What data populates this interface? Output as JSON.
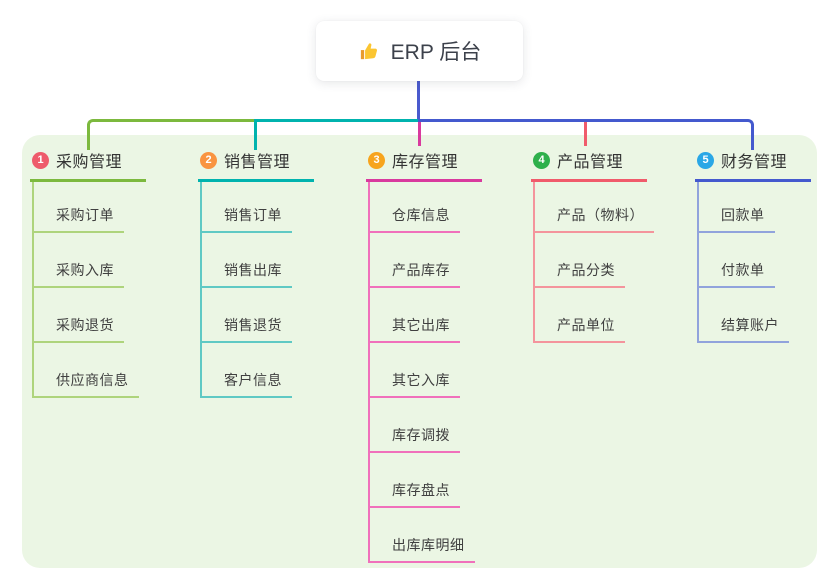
{
  "root": {
    "label": "ERP 后台",
    "icon": "thumbs-up-icon"
  },
  "branches": [
    {
      "index": "1",
      "label": "采购管理",
      "badge_color": "#ee5b6b",
      "line_color": "#7cb93e",
      "child_line_color": "#aed47c",
      "children": [
        "采购订单",
        "采购入库",
        "采购退货",
        "供应商信息"
      ]
    },
    {
      "index": "2",
      "label": "销售管理",
      "badge_color": "#f99440",
      "line_color": "#00b3ae",
      "child_line_color": "#5fc9c4",
      "children": [
        "销售订单",
        "销售出库",
        "销售退货",
        "客户信息"
      ]
    },
    {
      "index": "3",
      "label": "库存管理",
      "badge_color": "#f7a41d",
      "line_color": "#d93a9e",
      "child_line_color": "#f070bb",
      "children": [
        "仓库信息",
        "产品库存",
        "其它出库",
        "其它入库",
        "库存调拨",
        "库存盘点",
        "出库库明细"
      ]
    },
    {
      "index": "4",
      "label": "产品管理",
      "badge_color": "#2eb04b",
      "line_color": "#f05b6b",
      "child_line_color": "#f4949c",
      "children": [
        "产品（物料）",
        "产品分类",
        "产品单位"
      ]
    },
    {
      "index": "5",
      "label": "财务管理",
      "badge_color": "#2aa7e6",
      "line_color": "#4459ce",
      "child_line_color": "#91a3dc",
      "children": [
        "回款单",
        "付款单",
        "结算账户"
      ]
    }
  ],
  "colors": {
    "canvas_background": "#ffffff",
    "panel_background": "#ebf6e4",
    "root_connector": "#4a5ace",
    "header_text": "#333333",
    "child_text": "#404040",
    "thumb_icon": "#fbc531"
  }
}
